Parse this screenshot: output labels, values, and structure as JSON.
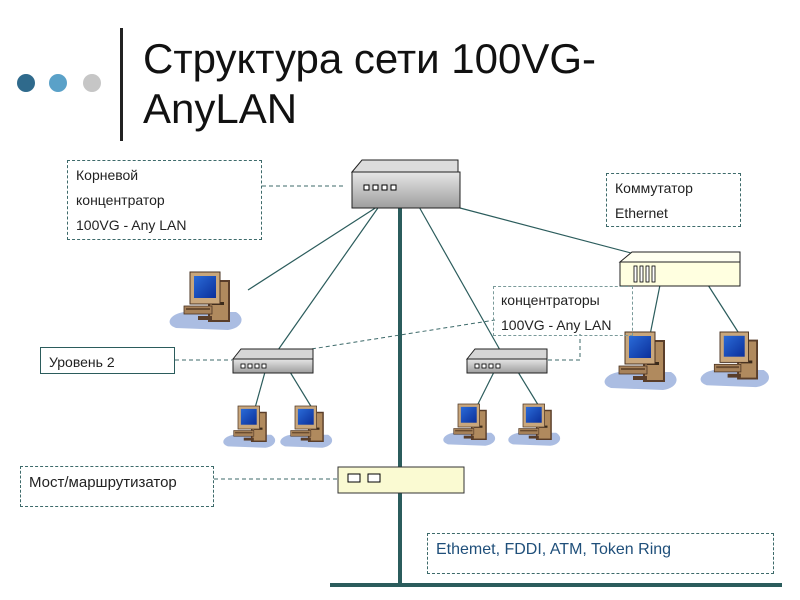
{
  "title": {
    "line1": "Структура сети 100VG-",
    "line2": "AnyLAN"
  },
  "colors": {
    "dot1": "#2f6a8c",
    "dot2": "#5aa1c8",
    "dot3": "#c6c6c6",
    "backbone": "#2b5c5c",
    "connector": "#2b5c5c",
    "bridge_fill": "#fafad2",
    "switch_fill": "#ffffe0"
  },
  "labels": {
    "root_hub": [
      "Корневой",
      "концентратор",
      "100VG - Any LAN"
    ],
    "switch": [
      "Коммутатор",
      "Ethernet"
    ],
    "hubs": [
      "концентраторы",
      "100VG - Any LAN"
    ],
    "level2": "Уровень 2",
    "bridge": "Мост/маршрутизатор",
    "networks": "Ethemet, FDDI, ATM, Token Ring"
  },
  "icons": {
    "computer": "desktop-computer-icon",
    "hub": "network-hub-icon",
    "switch": "ethernet-switch-icon",
    "bridge": "bridge-router-icon"
  }
}
